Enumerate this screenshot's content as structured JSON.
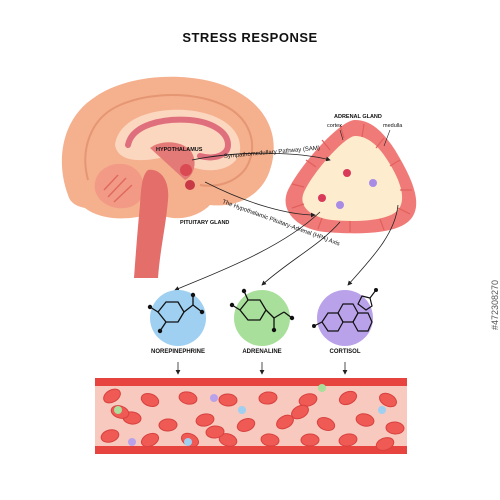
{
  "title": "STRESS RESPONSE",
  "brain": {
    "hypothalamus_label": "HYPOTHALAMUS",
    "pituitary_label": "PITUITARY GLAND"
  },
  "pathways": {
    "sam": "Sympathomedullary Pathway (SAM)",
    "hpa": "The Hypothalamic Pituitary-Adrenal (HPA) Axis"
  },
  "adrenal": {
    "title": "ADRENAL GLAND",
    "cortex": "cortex",
    "medulla": "medulla"
  },
  "hormones": [
    {
      "name": "NOREPINEPHRINE",
      "color": "#9fd0f2"
    },
    {
      "name": "ADRENALINE",
      "color": "#a8df9a"
    },
    {
      "name": "CORTISOL",
      "color": "#b9a2ea"
    }
  ],
  "stock_id": "#472308270",
  "colors": {
    "brain_outer": "#f5b08e",
    "brain_inner": "#fbd7bf",
    "brainstem": "#e36e6a",
    "vessel": "#e8443f",
    "cell": "#f05a55",
    "adrenal_outer": "#f07a77",
    "adrenal_inner": "#fdeccd"
  }
}
